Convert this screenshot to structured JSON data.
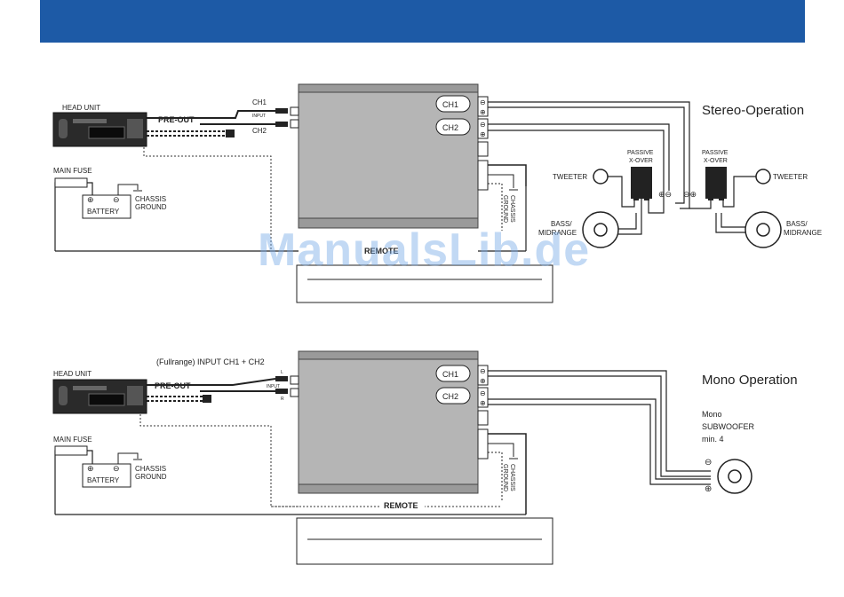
{
  "header": {
    "color": "#1d5aa6"
  },
  "watermark": "ManualsLib.de",
  "stereo": {
    "title": "Stereo-Operation",
    "head_unit": "HEAD UNIT",
    "pre_out": "PRE-OUT",
    "ch1": "CH1",
    "ch2": "CH2",
    "input": "INPUT",
    "main_fuse": "MAIN FUSE",
    "battery": "BATTERY",
    "chassis_ground_1": "CHASSIS",
    "chassis_ground_2": "GROUND",
    "remote": "REMOTE",
    "tweeter": "TWEETER",
    "passive_1": "PASSIVE",
    "passive_2": "X-OVER",
    "bass_1": "BASS/",
    "bass_2": "MIDRANGE"
  },
  "mono": {
    "title": "Mono Operation",
    "head_unit": "HEAD UNIT",
    "pre_out": "PRE-OUT",
    "fullrange_input": "(Fullrange) INPUT   CH1 + CH2",
    "input": "INPUT",
    "l": "L",
    "r": "R",
    "ch1": "CH1",
    "ch2": "CH2",
    "main_fuse": "MAIN FUSE",
    "battery": "BATTERY",
    "chassis_ground_1": "CHASSIS",
    "chassis_ground_2": "GROUND",
    "remote": "REMOTE",
    "sub_1": "Mono",
    "sub_2": "SUBWOOFER",
    "sub_3": "min. 4"
  }
}
